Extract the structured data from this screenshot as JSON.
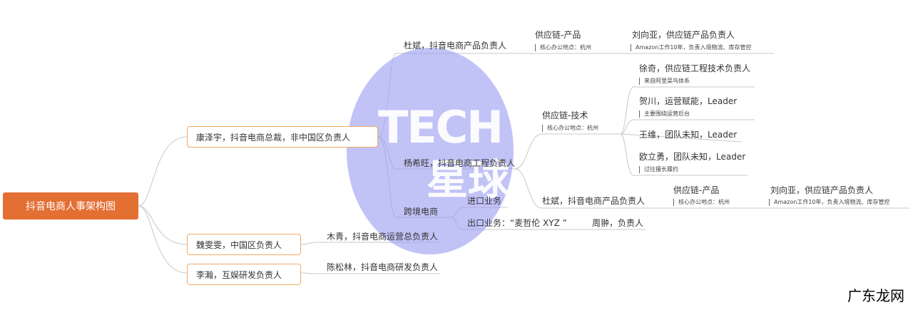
{
  "root": "抖音电商人事架构图",
  "watermark": {
    "line1": "TECH",
    "line2": "星球"
  },
  "brand": "广东龙网",
  "nodes": {
    "kang": "康泽宇，抖音电商总裁，非中国区负责人",
    "wei": "魏雯雯，中国区负责人",
    "li": "李瀚，互娱研发负责人",
    "dubin": "杜斌，抖音电商产品负责人",
    "yangxiwang": "杨希旺，抖音电商工程负责人",
    "kuajing": "跨境电商",
    "mujing": "木青，抖音电商运营总负责人",
    "chensonglin": "陈松林，抖音电商研发负责人",
    "gyl_product_1": "供应链-产品",
    "gyl_product_1_note": "核心办公地点：杭州",
    "liuxiangya_1": "刘向亚，供应链产品负责人",
    "liuxiangya_1_note": "Amazon工作10年，负责入境物流、库存管控",
    "gyl_tech": "供应链-技术",
    "gyl_tech_note": "核心办公地点：杭州",
    "xuqi": "徐奇，供应链工程技术负责人",
    "xuqi_note": "来自阿里菜鸟体系",
    "hechuan": "贺川，运营赋能，Leader",
    "hechuan_note": "主要围绕运营后台",
    "wangwei": "王维，团队未知，Leader",
    "ouliyong": "欧立勇，团队未知，Leader",
    "ouliyong_note": "过往擅长履约",
    "dubin_2": "杜斌，抖音电商产品负责人",
    "gyl_product_2": "供应链-产品",
    "gyl_product_2_note": "核心办公地点：杭州",
    "liuxiangya_2": "刘向亚，供应链产品负责人",
    "liuxiangya_2_note": "Amazon工作10年，负责入境物流、库存管控",
    "import_biz": "进口业务",
    "export_biz": "出口业务：“麦哲伦 XYZ ”",
    "zhoubian": "周翀，负责人"
  }
}
